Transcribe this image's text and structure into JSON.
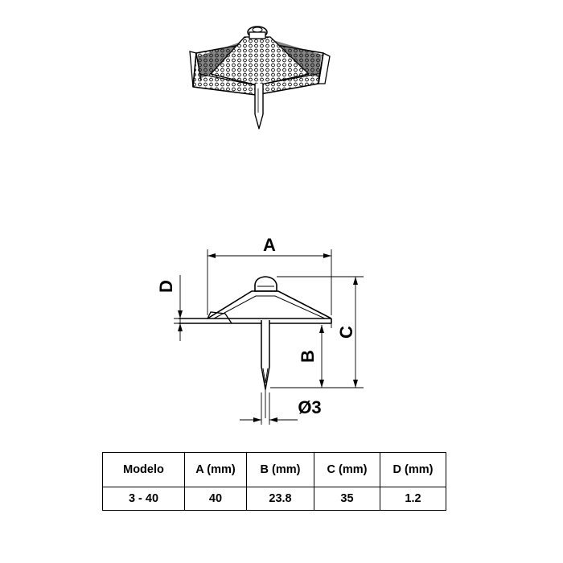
{
  "dimensions": {
    "a": "A",
    "b": "B",
    "c": "C",
    "d": "D",
    "diameter": "Ø3"
  },
  "table": {
    "headers": [
      "Modelo",
      "A (mm)",
      "B (mm)",
      "C (mm)",
      "D (mm)"
    ],
    "rows": [
      [
        "3 - 40",
        "40",
        "23.8",
        "35",
        "1.2"
      ]
    ]
  }
}
